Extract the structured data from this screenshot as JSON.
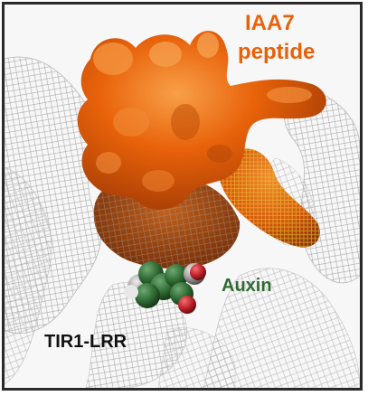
{
  "labels": {
    "peptide_line1": "IAA7",
    "peptide_line2": "peptide",
    "auxin": "Auxin",
    "receptor": "TIR1-LRR"
  },
  "colors": {
    "peptide": "#e8620a",
    "peptide_highlight": "#f79a3c",
    "peptide_shadow": "#a53c05",
    "auxin": "#2f6b33",
    "oxygen": "#c0202a",
    "mesh": "#9a9a9a",
    "receptor_label": "#111111"
  },
  "icons": {
    "peptide_surface": "molecular-surface",
    "auxin_molecule": "space-filling-molecule",
    "receptor_mesh": "protein-mesh"
  }
}
